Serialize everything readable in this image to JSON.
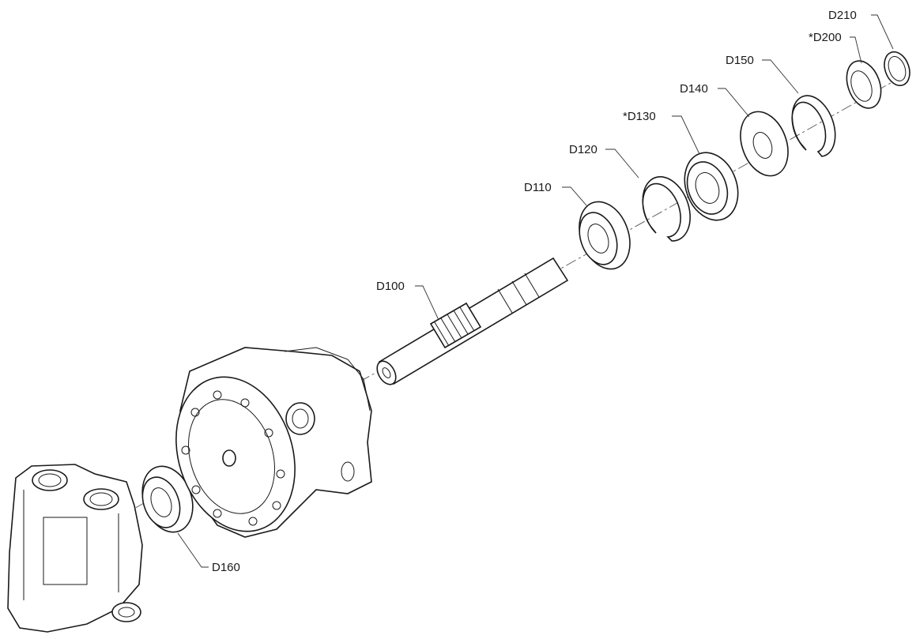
{
  "labels": {
    "d210": "D210",
    "d200": "*D200",
    "d150": "D150",
    "d140": "D140",
    "d130": "*D130",
    "d120": "D120",
    "d110": "D110",
    "d100": "D100",
    "d160": "D160"
  }
}
